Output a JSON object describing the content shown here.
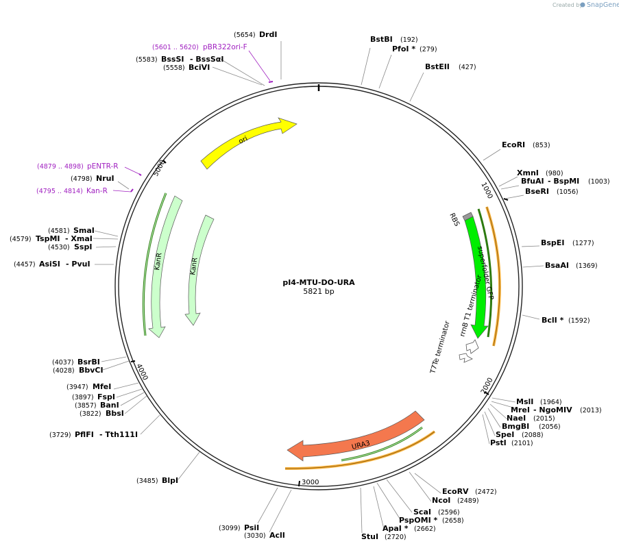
{
  "credit": {
    "prefix": "Created by",
    "brand": "SnapGene"
  },
  "plasmid": {
    "name": "pI4-MTU-DO-URA",
    "size_label": "5821 bp"
  },
  "ticks": [
    {
      "label": "1000"
    },
    {
      "label": "2000"
    },
    {
      "label": "3000"
    },
    {
      "label": "4000"
    },
    {
      "label": "5000"
    }
  ],
  "sites": [
    {
      "name": "DrdI",
      "pos": "(5654)"
    },
    {
      "name": "BstBI",
      "pos": "(192)"
    },
    {
      "name": "PfoI *",
      "pos": "(279)"
    },
    {
      "name": "BstEII",
      "pos": "(427)"
    },
    {
      "name": "EcoRI",
      "pos": "(853)"
    },
    {
      "name": "XmnI",
      "pos": "(980)"
    },
    {
      "name": "BfuAI",
      "name2": "- BspMI",
      "pos": "(1003)"
    },
    {
      "name": "BseRI",
      "pos": "(1056)"
    },
    {
      "name": "BspEI",
      "pos": "(1277)"
    },
    {
      "name": "BsaAI",
      "pos": "(1369)"
    },
    {
      "name": "BclI *",
      "pos": "(1592)"
    },
    {
      "name": "MslI",
      "pos": "(1964)"
    },
    {
      "name": "MreI",
      "name2": "- NgoMIV",
      "pos": "(2013)"
    },
    {
      "name": "NaeI",
      "pos": "(2015)"
    },
    {
      "name": "BmgBI",
      "pos": "(2056)"
    },
    {
      "name": "SpeI",
      "pos": "(2088)"
    },
    {
      "name": "PstI",
      "pos": "(2101)"
    },
    {
      "name": "EcoRV",
      "pos": "(2472)"
    },
    {
      "name": "NcoI",
      "pos": "(2489)"
    },
    {
      "name": "ScaI",
      "pos": "(2596)"
    },
    {
      "name": "PspOMI *",
      "pos": "(2658)"
    },
    {
      "name": "ApaI *",
      "pos": "(2662)"
    },
    {
      "name": "StuI",
      "pos": "(2720)"
    },
    {
      "name": "AclI",
      "pos": "(3030)"
    },
    {
      "name": "PsiI",
      "pos": "(3099)"
    },
    {
      "name": "BlpI",
      "pos": "(3485)"
    },
    {
      "name": "PflFI",
      "name2": "- Tth111I",
      "pos": "(3729)"
    },
    {
      "name": "BbsI",
      "pos": "(3822)"
    },
    {
      "name": "BanI",
      "pos": "(3857)"
    },
    {
      "name": "FspI",
      "pos": "(3897)"
    },
    {
      "name": "MfeI",
      "pos": "(3947)"
    },
    {
      "name": "BbvCI",
      "pos": "(4028)"
    },
    {
      "name": "BsrBI",
      "pos": "(4037)"
    },
    {
      "name": "AsiSI",
      "name2": "- PvuI",
      "pos": "(4457)"
    },
    {
      "name": "SspI",
      "pos": "(4530)"
    },
    {
      "name": "TspMI",
      "name2": "- XmaI",
      "pos": "(4579)"
    },
    {
      "name": "SmaI",
      "pos": "(4581)"
    },
    {
      "name": "NruI",
      "pos": "(4798)"
    },
    {
      "name": "BciVI",
      "pos": "(5558)"
    },
    {
      "name": "BssSI",
      "name2": "- BssSαI",
      "pos": "(5583)"
    }
  ],
  "primers": [
    {
      "name": "pBR322ori-F",
      "pos": "(5601 .. 5620)"
    },
    {
      "name": "pENTR-R",
      "pos": "(4879 .. 4898)"
    },
    {
      "name": "Kan-R",
      "pos": "(4795 .. 4814)"
    }
  ],
  "features": [
    {
      "name": "ori",
      "color": "#ffff00"
    },
    {
      "name": "KanR",
      "color": "#ccffcc"
    },
    {
      "name": "KanR",
      "color": "#ccffcc"
    },
    {
      "name": "RBS",
      "color": "#999999"
    },
    {
      "name": "superfolder GFP",
      "color": "#00ee00"
    },
    {
      "name": "rrnB T1 terminator",
      "color": "#ffffff"
    },
    {
      "name": "T7Te terminator",
      "color": "#ffffff"
    },
    {
      "name": "URA3",
      "color": "#f4784e"
    }
  ],
  "colors": {
    "primer": "#a020c0",
    "orf_green": "#2d7a10",
    "orf_orange": "#f7b340",
    "backbone": "#222222"
  }
}
